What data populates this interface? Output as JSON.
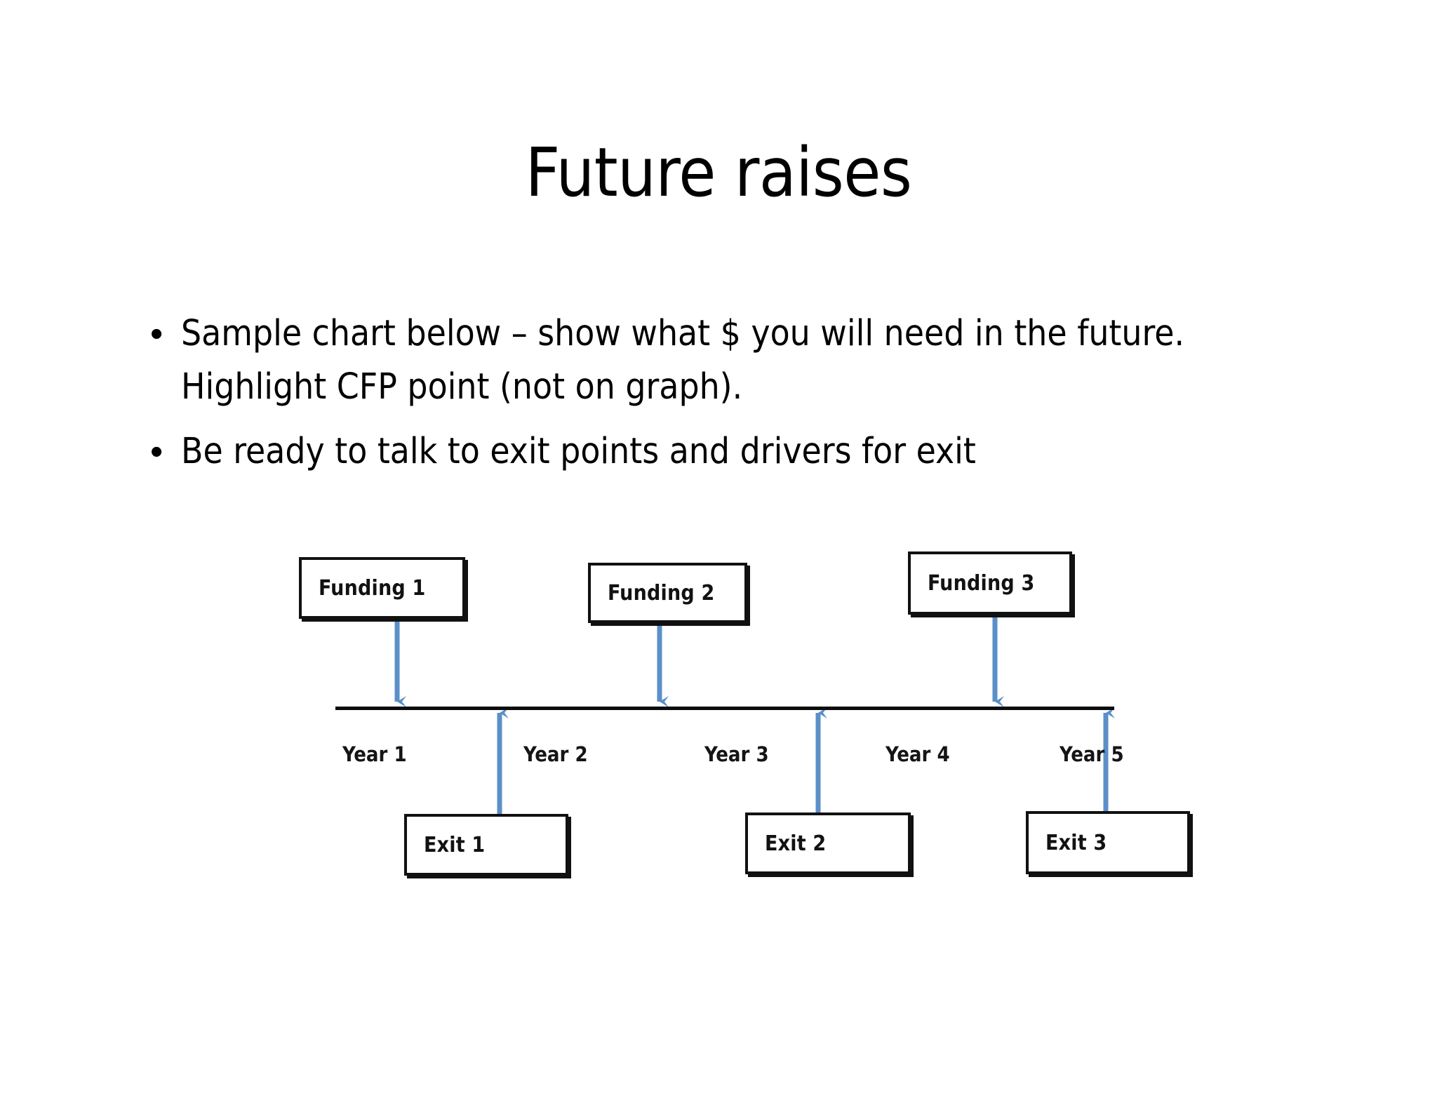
{
  "slide": {
    "title": "Future raises",
    "background_color": "#ffffff",
    "bullets": [
      {
        "marker": "•",
        "text": "Sample chart below – show what $ you will need in the future.  Highlight CFP point (not on graph)."
      },
      {
        "marker": "•",
        "text": "Be ready to talk to exit points and drivers for exit"
      }
    ]
  },
  "chart_data": {
    "type": "diagram",
    "title": "Funding and exit timeline",
    "timeline": {
      "orientation": "horizontal",
      "segments": [
        "Year 1",
        "Year 2",
        "Year 3",
        "Year 4",
        "Year 5"
      ],
      "line_color": "#0d0d0d"
    },
    "funding_events": [
      {
        "label": "Funding 1",
        "year": "Year 1",
        "direction": "down-to-timeline"
      },
      {
        "label": "Funding 2",
        "year": "Year 3",
        "direction": "down-to-timeline"
      },
      {
        "label": "Funding 3",
        "year": "Year 4",
        "direction": "down-to-timeline"
      }
    ],
    "exit_events": [
      {
        "label": "Exit 1",
        "year": "Year 2",
        "direction": "up-to-timeline"
      },
      {
        "label": "Exit 2",
        "year": "Year 4",
        "direction": "up-to-timeline"
      },
      {
        "label": "Exit 3",
        "year": "Year 5",
        "direction": "up-to-timeline"
      }
    ],
    "colors": {
      "arrow": "#5B8FC7",
      "box_border": "#111111",
      "box_fill": "#ffffff",
      "text": "#121212"
    }
  },
  "funding_boxes": [
    {
      "label": "Funding 1"
    },
    {
      "label": "Funding 2"
    },
    {
      "label": "Funding 3"
    }
  ],
  "exit_boxes": [
    {
      "label": "Exit 1"
    },
    {
      "label": "Exit 2"
    },
    {
      "label": "Exit 3"
    }
  ],
  "year_labels": [
    "Year 1",
    "Year 2",
    "Year 3",
    "Year 4",
    "Year 5"
  ]
}
